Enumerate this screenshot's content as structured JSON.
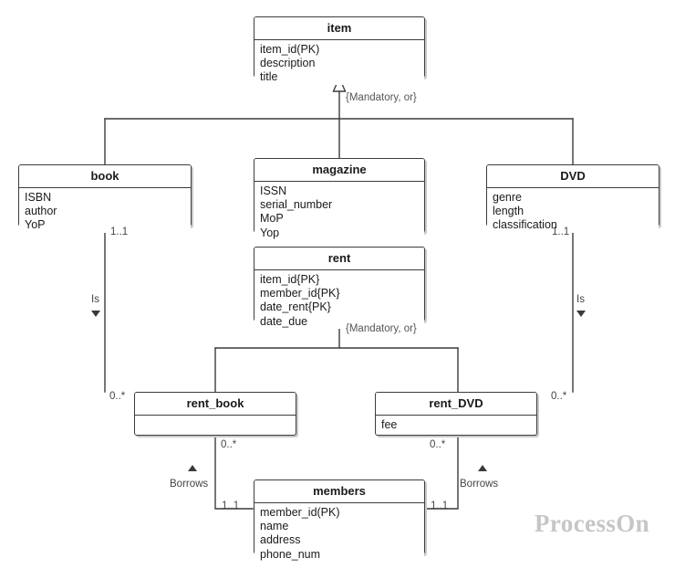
{
  "diagram": {
    "title": "Library item rental ER/UML class diagram",
    "watermark": "ProcessOn",
    "line_color": "#3c3c3c",
    "text_color": "#1a1a1a",
    "label_color": "#444444"
  },
  "entities": {
    "item": {
      "name": "item",
      "attributes": [
        "item_id(PK)",
        "description",
        "title"
      ]
    },
    "book": {
      "name": "book",
      "attributes": [
        "ISBN",
        "author",
        "YoP"
      ]
    },
    "magazine": {
      "name": "magazine",
      "attributes": [
        "ISSN",
        "serial_number",
        "MoP",
        "Yop"
      ]
    },
    "dvd": {
      "name": "DVD",
      "attributes": [
        "genre",
        "length",
        "classification"
      ]
    },
    "rent": {
      "name": "rent",
      "attributes": [
        "item_id{PK}",
        "member_id{PK}",
        "date_rent{PK}",
        "date_due"
      ]
    },
    "rent_book": {
      "name": "rent_book",
      "attributes": []
    },
    "rent_dvd": {
      "name": "rent_DVD",
      "attributes": [
        "fee"
      ]
    },
    "members": {
      "name": "members",
      "attributes": [
        "member_id(PK)",
        "name",
        "address",
        "phone_num"
      ]
    }
  },
  "constraints": {
    "item_generalization": "{Mandatory, or}",
    "rent_generalization": "{Mandatory, or}"
  },
  "relationships": {
    "book_is_rent_book": {
      "label": "Is",
      "source_multiplicity": "1..1",
      "target_multiplicity": "0..*"
    },
    "dvd_is_rent_dvd": {
      "label": "Is",
      "source_multiplicity": "1..1",
      "target_multiplicity": "0..*"
    },
    "members_borrows_rent_book": {
      "label": "Borrows",
      "source_multiplicity": "0..*",
      "target_multiplicity": "1..1"
    },
    "members_borrows_rent_dvd": {
      "label": "Borrows",
      "source_multiplicity": "0..*",
      "target_multiplicity": "1..1"
    }
  }
}
